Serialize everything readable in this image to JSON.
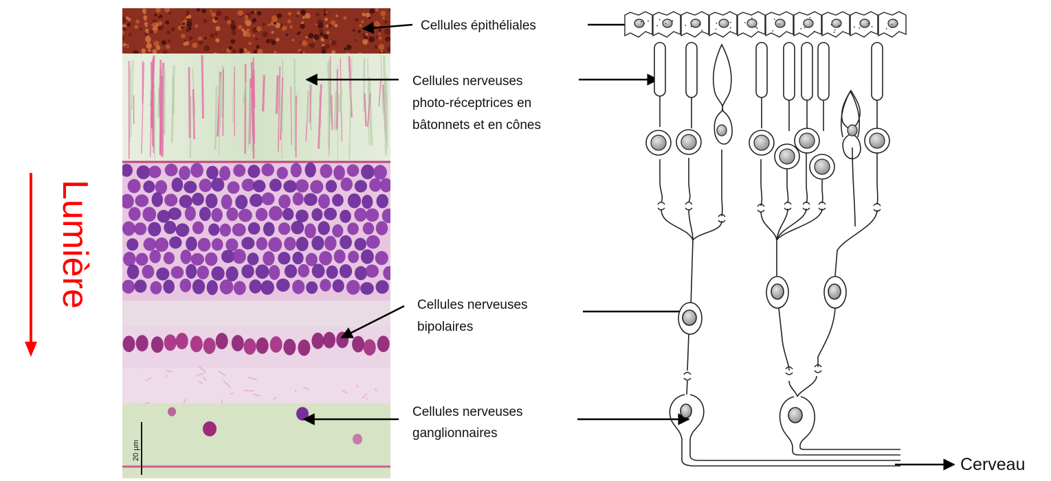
{
  "light_label": "Lumière",
  "scale_bar_label": "20 µm",
  "labels": {
    "epithelial": "Cellules épithéliales",
    "photoreceptors_line1": "Cellules nerveuses",
    "photoreceptors_line2": "photo-réceptrices en",
    "photoreceptors_line3": "bâtonnets et en cônes",
    "bipolar_line1": "Cellules nerveuses",
    "bipolar_line2": "bipolaires",
    "ganglion_line1": "Cellules nerveuses",
    "ganglion_line2": "ganglionnaires",
    "brain": "Cerveau"
  },
  "colors": {
    "light_arrow": "#ff0000",
    "pigment_layer": "#8b2f20",
    "photoreceptor_layer": "#d9e6cf",
    "nuclear_layer": "#6a2a9a",
    "stain_pink": "#e56aa4",
    "ganglion_layer": "#d6e3c4",
    "diagram_stroke": "#222222"
  },
  "icons": {
    "light_arrow": "down-arrow-icon",
    "pointer_arrow": "arrow-pointer-icon"
  }
}
